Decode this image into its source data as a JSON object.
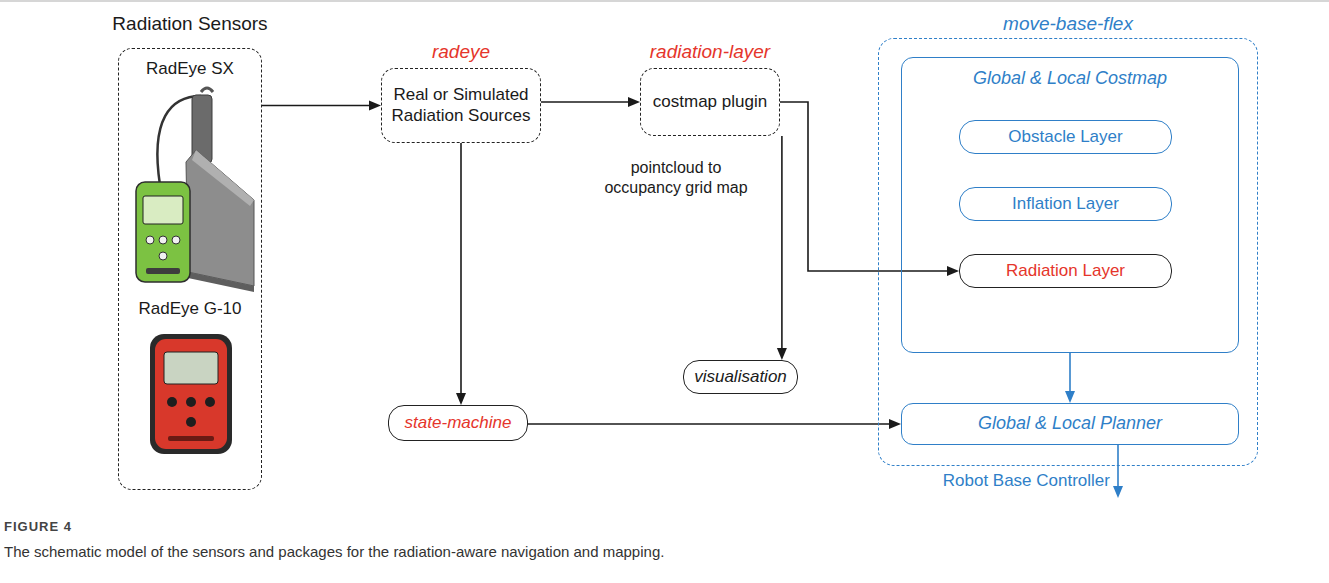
{
  "diagram": {
    "caption": "The schematic model of the sensors and packages for the radiation-aware navigation and mapping.",
    "nodes": [
      {
        "text": [
          "Radiation Sensors",
          "RadEye SX",
          "RadEye G-10"
        ]
      },
      {
        "text": [
          "radeye",
          "Real or Simulated Radiation Sources"
        ]
      },
      {
        "text": [
          "radiation-layer",
          "costmap plugin"
        ]
      },
      {
        "text": [
          "visualisation"
        ]
      },
      {
        "text": [
          "state-machine"
        ]
      },
      {
        "text": [
          "move-base-flex"
        ]
      },
      {
        "text": [
          "Global & Local Costmap"
        ],
        "in": 5
      },
      {
        "text": [
          "Obstacle Layer"
        ],
        "in": 6
      },
      {
        "text": [
          "Inflation Layer"
        ],
        "in": 6
      },
      {
        "text": [
          "Radiation Layer"
        ],
        "in": 6
      },
      {
        "text": [
          "Global & Local Planner"
        ],
        "in": 5
      },
      {
        "text": [
          "Robot Base Controller"
        ]
      }
    ],
    "edges": [
      {
        "from": 0,
        "to": 1,
        "arrow": "to"
      },
      {
        "from": 1,
        "to": 2,
        "arrow": "to"
      },
      {
        "from": 2,
        "to": 9,
        "arrow": "to"
      },
      {
        "from": 2,
        "to": 3,
        "arrow": "to"
      },
      {
        "from": 1,
        "to": 4,
        "arrow": "to"
      },
      {
        "from": 4,
        "to": 10,
        "arrow": "to"
      },
      {
        "from": 6,
        "to": 10,
        "arrow": "to"
      },
      {
        "from": 10,
        "to": 11,
        "arrow": "to"
      }
    ],
    "labels": [
      "pointcloud to occupancy grid map",
      "FIGURE 4"
    ]
  }
}
